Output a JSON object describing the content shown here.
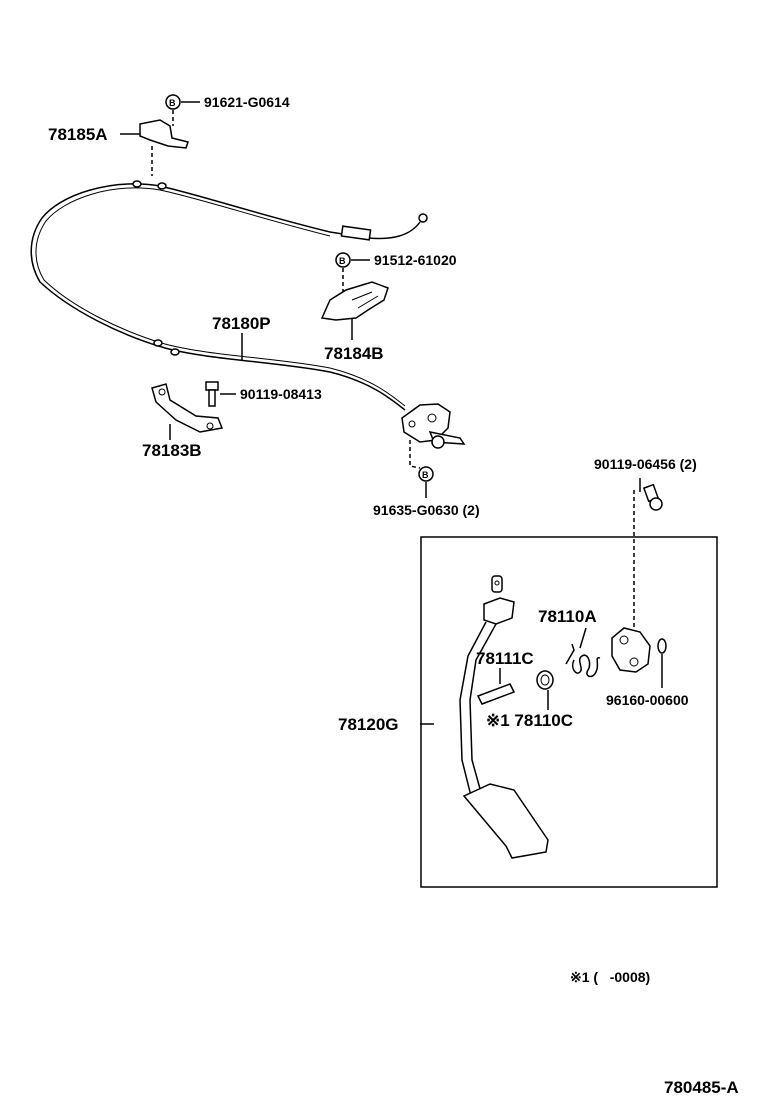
{
  "parts": {
    "p91621": "91621-G0614",
    "p78185A": "78185A",
    "p91512": "91512-61020",
    "p78180P": "78180P",
    "p78184B": "78184B",
    "p90119a": "90119-08413",
    "p78183B": "78183B",
    "p91635": "91635-G0630 (2)",
    "p90119b": "90119-06456 (2)",
    "p78110A": "78110A",
    "p78111C": "78111C",
    "p78110C": "※1 78110C",
    "p96160": "96160-00600",
    "p78120G": "78120G"
  },
  "bolt_mark": "B",
  "footnote": "※1 (   -0008)",
  "diagram_id": "780485-A"
}
